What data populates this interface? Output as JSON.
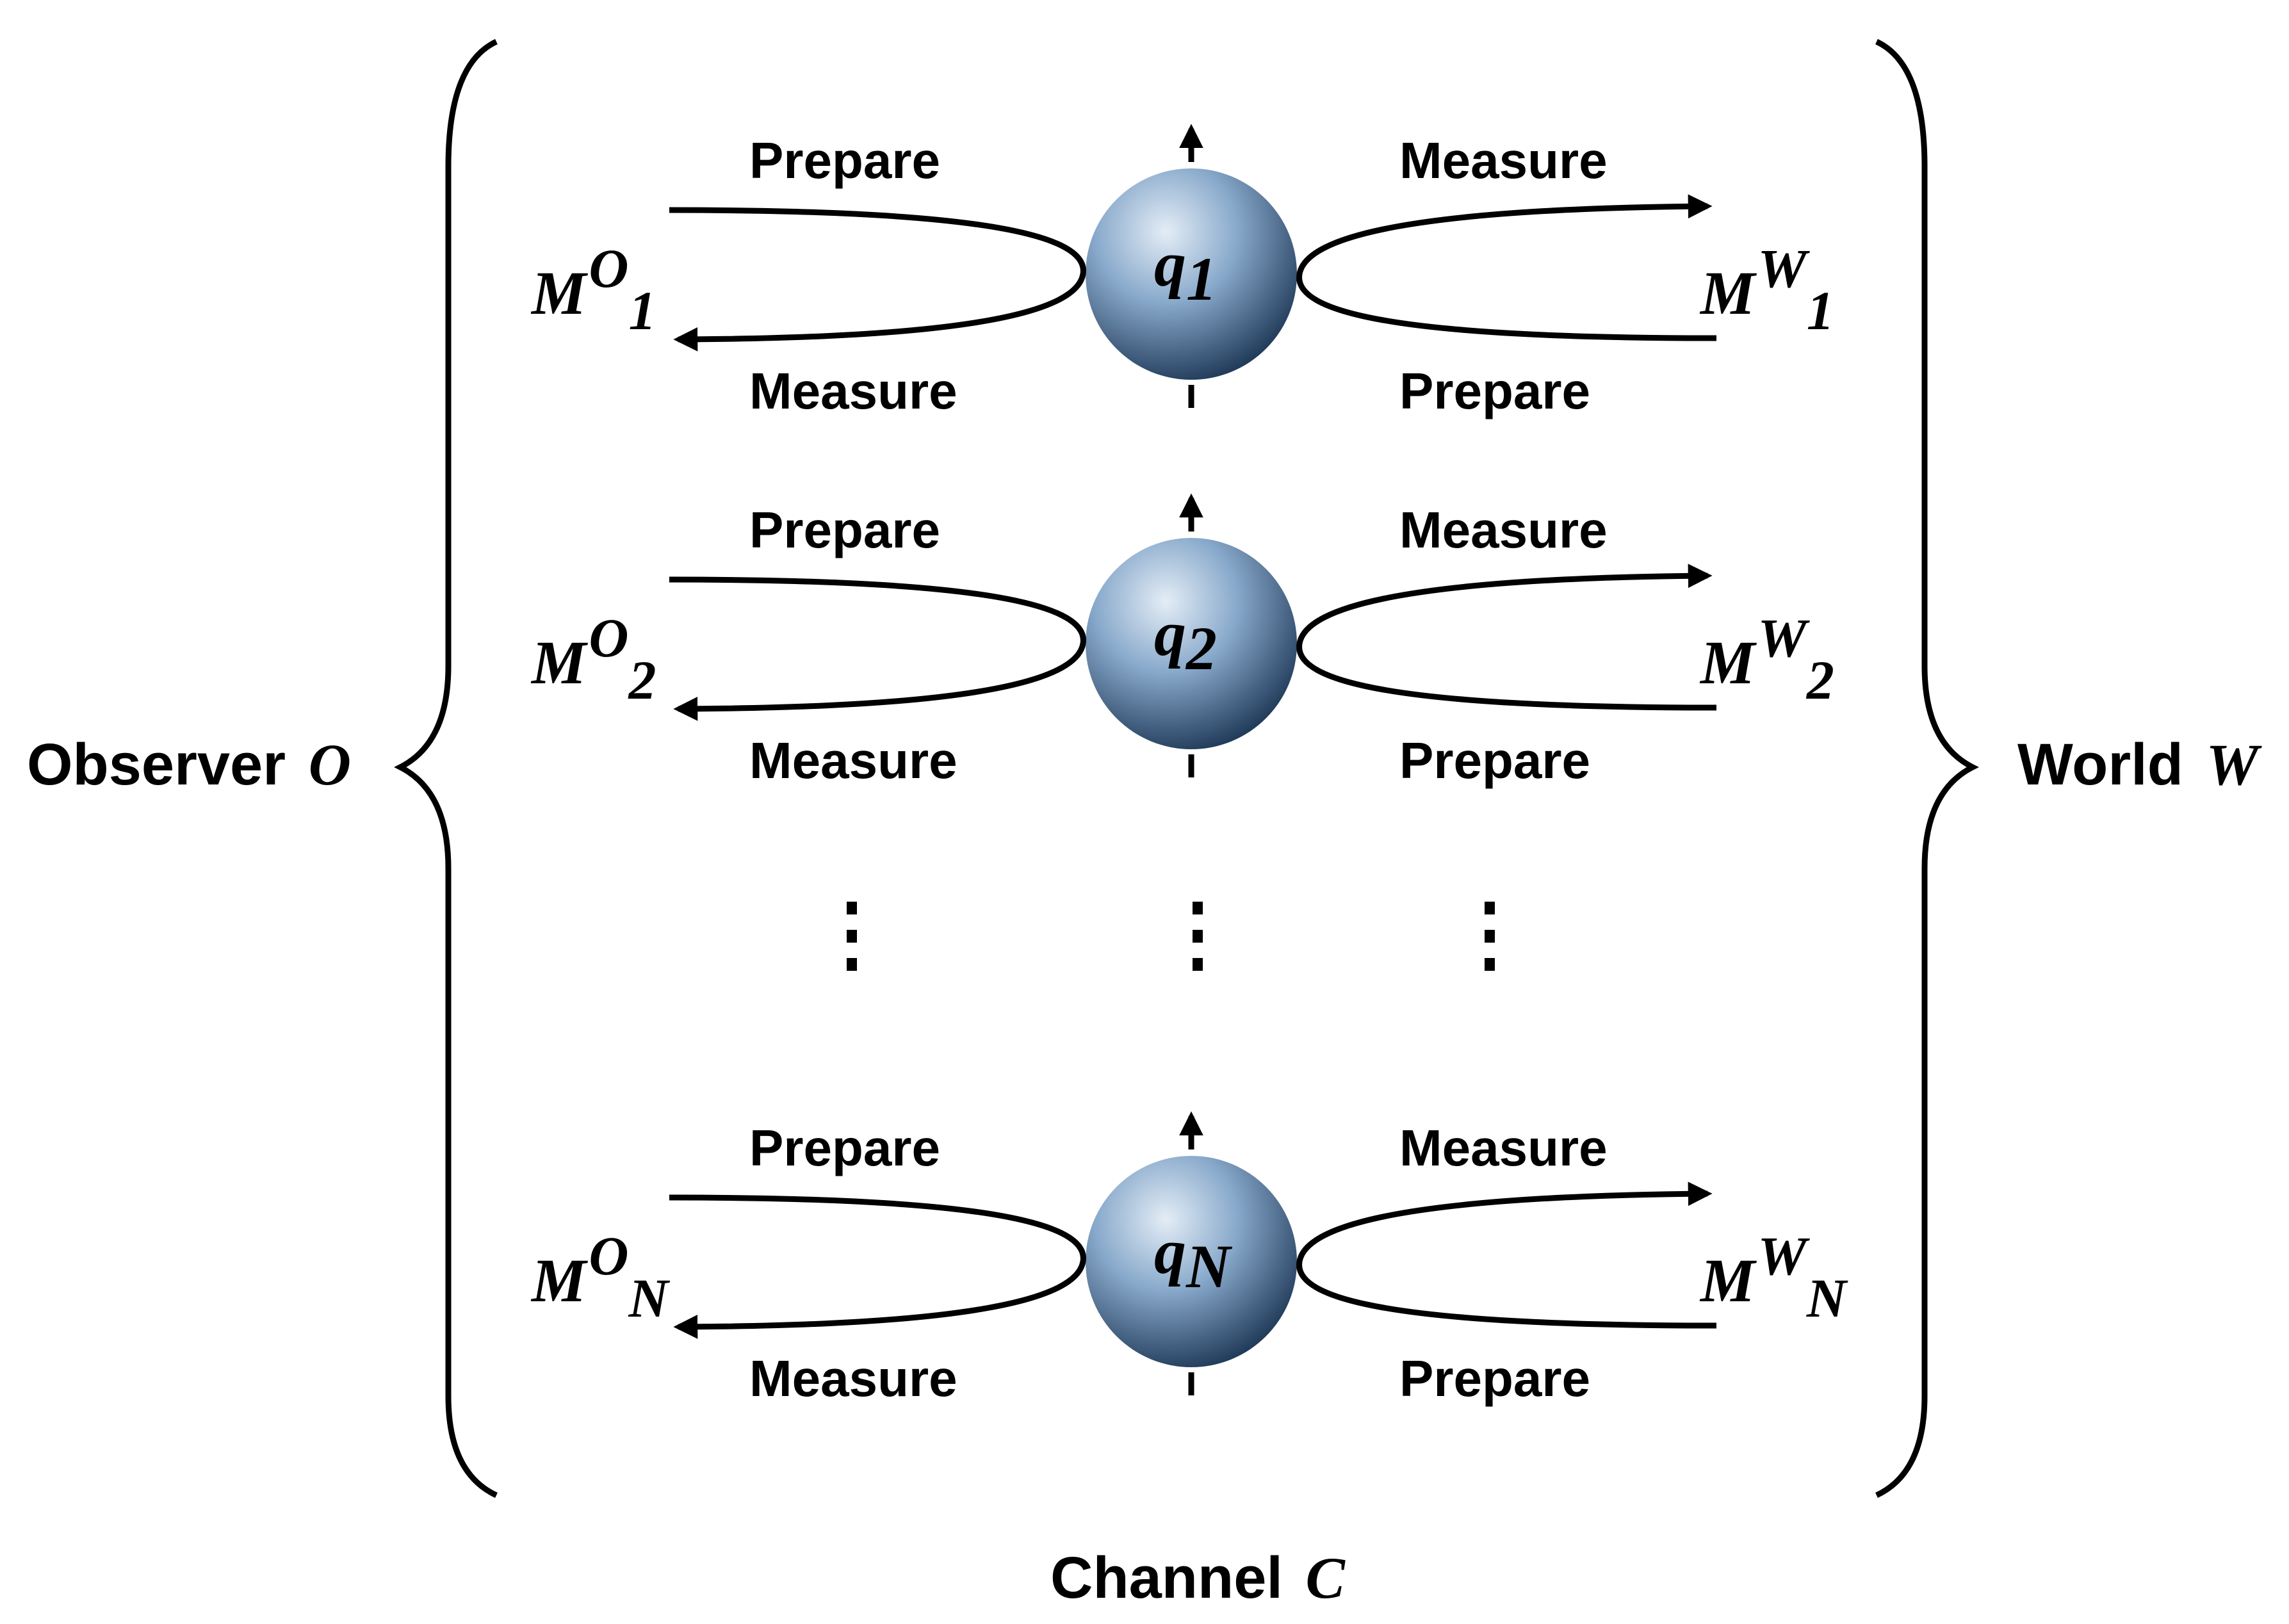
{
  "observer": {
    "label": "Observer",
    "symbol": "O"
  },
  "world": {
    "label": "World",
    "symbol": "W"
  },
  "channel": {
    "label": "Channel",
    "symbol": "C"
  },
  "rows": [
    {
      "qubit": {
        "base": "q",
        "sub": "1"
      },
      "left": {
        "base": "M",
        "sup": "O",
        "sub": "1",
        "top_label": "Prepare",
        "bottom_label": "Measure"
      },
      "right": {
        "base": "M",
        "sup": "W",
        "sub": "1",
        "top_label": "Measure",
        "bottom_label": "Prepare"
      }
    },
    {
      "qubit": {
        "base": "q",
        "sub": "2"
      },
      "left": {
        "base": "M",
        "sup": "O",
        "sub": "2",
        "top_label": "Prepare",
        "bottom_label": "Measure"
      },
      "right": {
        "base": "M",
        "sup": "W",
        "sub": "2",
        "top_label": "Measure",
        "bottom_label": "Prepare"
      }
    },
    {
      "qubit": {
        "base": "q",
        "sub": "N"
      },
      "left": {
        "base": "M",
        "sup": "O",
        "sub": "N",
        "top_label": "Prepare",
        "bottom_label": "Measure"
      },
      "right": {
        "base": "M",
        "sup": "W",
        "sub": "N",
        "top_label": "Measure",
        "bottom_label": "Prepare"
      }
    }
  ],
  "colors": {
    "sphere_light": "#dbe6f2",
    "sphere_mid": "#7d9fc2",
    "sphere_dark": "#1f3a5c",
    "ink": "#000000"
  }
}
